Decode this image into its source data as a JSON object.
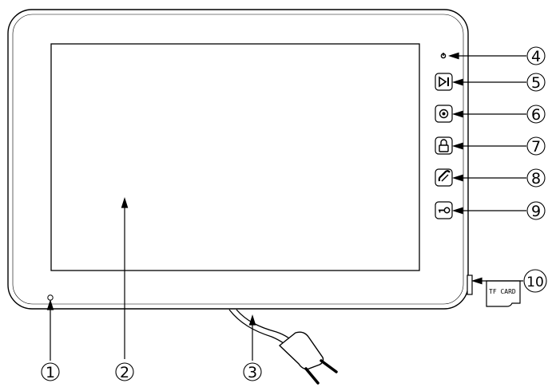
{
  "callouts": [
    "1",
    "2",
    "3",
    "4",
    "5",
    "6",
    "7",
    "8",
    "9",
    "10"
  ],
  "tf_card_label": "TF CARD",
  "icons": {
    "button_4": "power-icon",
    "button_5": "play-pause-icon",
    "button_6": "record-icon",
    "button_7": "lock-icon",
    "button_8": "handset-icon",
    "button_9": "key-icon"
  },
  "colors": {
    "line": "#000000",
    "background": "#ffffff"
  }
}
